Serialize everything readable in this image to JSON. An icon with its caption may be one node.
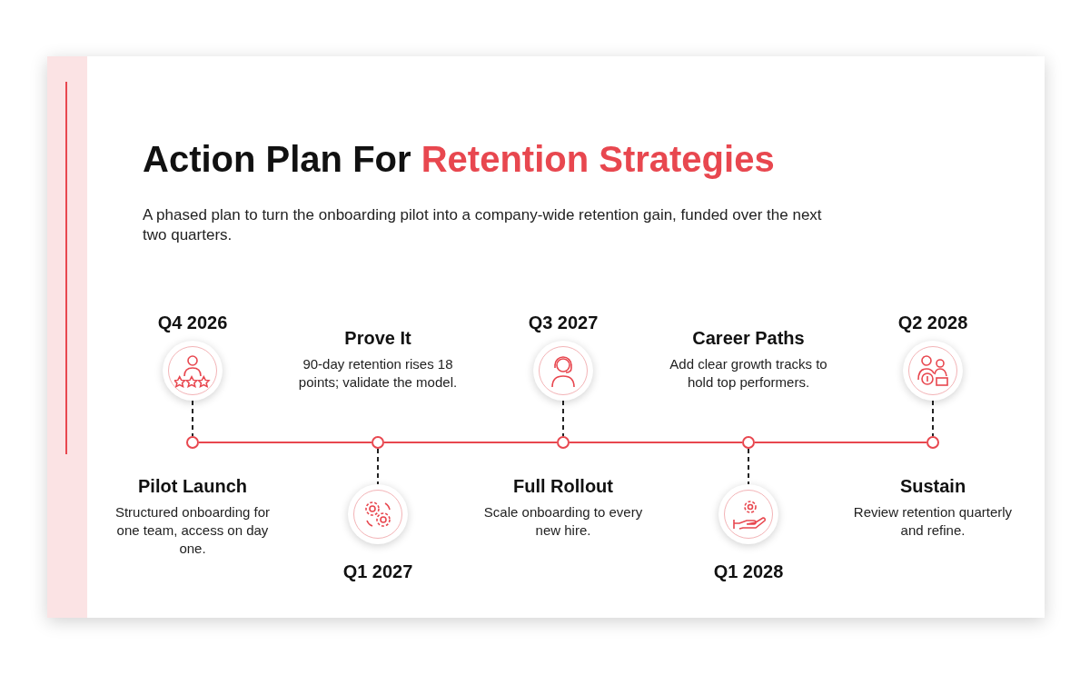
{
  "diagram": {
    "title": "Action Plan For Retention Strategies",
    "nodes": [
      {
        "text": [],
        "shape": "circle",
        "beside": [
          "Q4 2026"
        ]
      },
      {
        "text": [],
        "shape": "circle",
        "beside": [
          "Pilot Launch",
          "Structured onboarding for one team, access on day one."
        ]
      },
      {
        "text": [],
        "shape": "circle",
        "beside": [
          "Q1 2027"
        ]
      },
      {
        "text": [],
        "shape": "circle",
        "beside": [
          "Prove It",
          "90-day retention rises 18 points; validate the model."
        ]
      },
      {
        "text": [],
        "shape": "circle",
        "beside": [
          "Q3 2027"
        ]
      },
      {
        "text": [],
        "shape": "circle",
        "beside": [
          "Full Rollout",
          "Scale onboarding to every new hire."
        ]
      },
      {
        "text": [],
        "shape": "circle",
        "beside": [
          "Q1 2028"
        ]
      },
      {
        "text": [],
        "shape": "circle",
        "beside": [
          "Career Paths",
          "Add clear growth tracks to hold top performers."
        ]
      },
      {
        "text": [],
        "shape": "circle",
        "beside": [
          "Q2 2028"
        ]
      },
      {
        "text": [],
        "shape": "circle",
        "beside": [
          "Sustain",
          "Review retention quarterly and refine."
        ]
      }
    ],
    "edges": [
      {
        "from": 0,
        "to": 1,
        "arrow": "none",
        "style": "dashed"
      },
      {
        "from": 1,
        "to": 3,
        "arrow": "none",
        "color": "#e8474f"
      },
      {
        "from": 3,
        "to": 2,
        "arrow": "none",
        "style": "dashed"
      },
      {
        "from": 3,
        "to": 5,
        "arrow": "none",
        "color": "#e8474f"
      },
      {
        "from": 4,
        "to": 5,
        "arrow": "none",
        "style": "dashed"
      },
      {
        "from": 5,
        "to": 7,
        "arrow": "none",
        "color": "#e8474f"
      },
      {
        "from": 7,
        "to": 6,
        "arrow": "none",
        "style": "dashed"
      },
      {
        "from": 7,
        "to": 9,
        "arrow": "none",
        "color": "#e8474f"
      },
      {
        "from": 8,
        "to": 9,
        "arrow": "none",
        "style": "dashed"
      }
    ],
    "labels": [
      "A phased plan to turn the onboarding pilot into a company-wide retention gain, funded over the next two quarters."
    ]
  }
}
